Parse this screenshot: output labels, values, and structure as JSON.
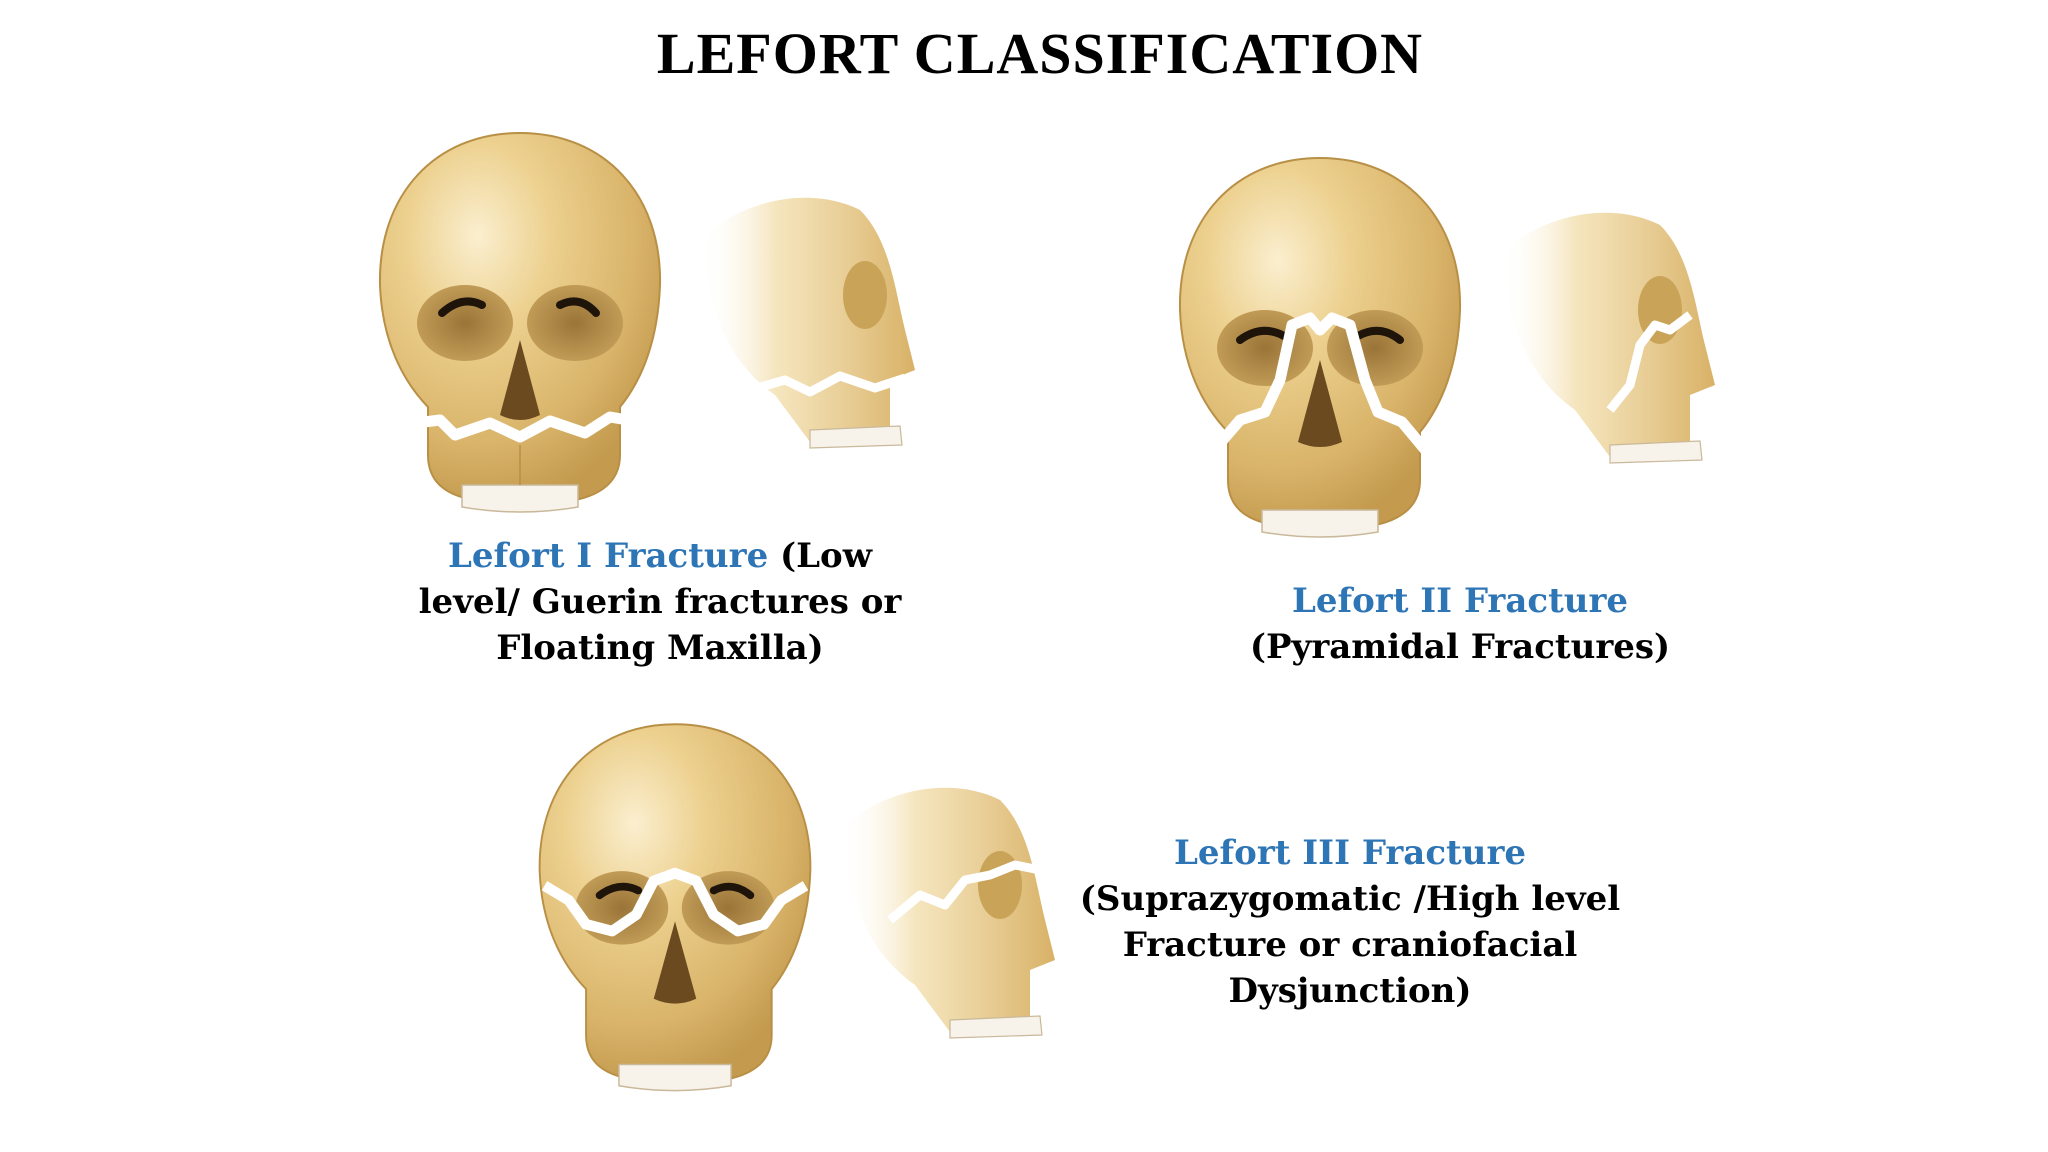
{
  "slide": {
    "title": "LEFORT CLASSIFICATION",
    "colors": {
      "accent": "#2e75b6",
      "text": "#000000",
      "bone": "#e2c27a",
      "fracture_line": "#ffffff",
      "background": "#ffffff"
    },
    "figures": [
      {
        "id": "lefort-1",
        "illustrations": [
          "frontal-skull-illustration",
          "lateral-skull-illustration"
        ],
        "caption": {
          "line1_accent": "Lefort I Fracture",
          "line1_rest": " (Low",
          "line2": "level/ Guerin fractures or",
          "line3": "Floating Maxilla)"
        }
      },
      {
        "id": "lefort-2",
        "illustrations": [
          "frontal-skull-illustration",
          "lateral-skull-illustration"
        ],
        "caption": {
          "line1_accent": "Lefort II Fracture",
          "line2": "(Pyramidal Fractures)"
        }
      },
      {
        "id": "lefort-3",
        "illustrations": [
          "frontal-skull-illustration",
          "lateral-skull-illustration"
        ],
        "caption": {
          "line1_accent": "Lefort III Fracture",
          "line2": "(Suprazygomatic /High level",
          "line3": "Fracture or craniofacial",
          "line4": "Dysjunction)"
        }
      }
    ]
  }
}
